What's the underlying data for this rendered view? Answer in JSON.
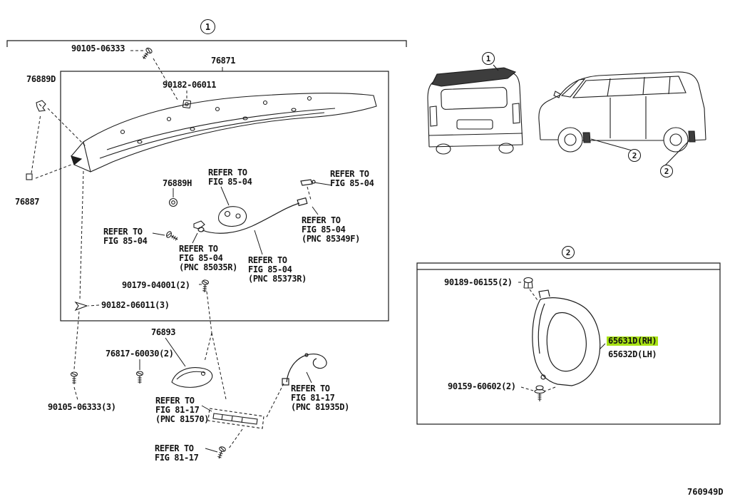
{
  "doc_number": "760949D",
  "colors": {
    "highlight": "#a8e214",
    "line": "#1c1c1c"
  },
  "callouts": {
    "one": "1",
    "two": "2"
  },
  "icons": {
    "screw-icon": "svg-screw-shape",
    "bolt-icon": "svg-bolt-with-washer-shape",
    "nut-icon": "svg-square-nut-shape",
    "clip-icon": "svg-clip-shape",
    "grommet-icon": "svg-concentric-circles",
    "retainer-icon": "svg-wedge-shape"
  },
  "sections": {
    "spoiler": {
      "labels": {
        "screw_top": "90105-06333",
        "spoiler_assy": "76871",
        "clip_left": "76889D",
        "retainer_top": "90182-06011",
        "pad": "76887",
        "grommet": "76889H",
        "refer_plate": "REFER TO\nFIG 85-04",
        "refer_nozzle": "REFER TO\nFIG 85-04",
        "refer_hose": "REFER TO\nFIG 85-04\n(PNC 85349F)",
        "refer_bolt": "REFER TO\nFIG 85-04",
        "refer_85035r": "REFER TO\nFIG 85-04\n(PNC 85035R)",
        "refer_85373r": "REFER TO\nFIG 85-04\n(PNC 85373R)",
        "screw_mid": "90179-04001(2)",
        "retainer_lower": "90182-06011(3)",
        "protector": "76893",
        "bolt_protector": "76817-60030(2)",
        "screw_bottom": "90105-06333(3)",
        "refer_81570": "REFER TO\nFIG 81-17\n(PNC 81570)",
        "refer_81935d": "REFER TO\nFIG 81-17\n(PNC 81935D)",
        "refer_8117": "REFER TO\nFIG 81-17"
      }
    },
    "mudguard": {
      "labels": {
        "clip": "90189-06155(2)",
        "part_rh": "65631D(RH)",
        "part_lh": "65632D(LH)",
        "bolt": "90159-60602(2)"
      }
    }
  }
}
